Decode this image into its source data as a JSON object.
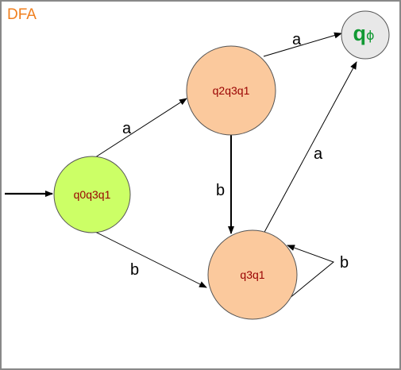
{
  "title": "DFA",
  "colors": {
    "title": "#f07f1e",
    "start_state_fill": "#ccff66",
    "state_fill": "#fbc99d",
    "dead_state_fill": "#e8e8e8",
    "state_text": "#990000",
    "dead_state_text": "#119933",
    "edge": "#000000",
    "border": "#888888"
  },
  "states": [
    {
      "id": "q0q3q1",
      "label": "q0q3q1",
      "start": true
    },
    {
      "id": "q2q3q1",
      "label": "q2q3q1"
    },
    {
      "id": "q3q1",
      "label": "q3q1"
    },
    {
      "id": "qphi",
      "label_main": "q",
      "label_sub": "ϕ"
    }
  ],
  "transitions": [
    {
      "from": "q0q3q1",
      "to": "q2q3q1",
      "symbol": "a"
    },
    {
      "from": "q0q3q1",
      "to": "q3q1",
      "symbol": "b"
    },
    {
      "from": "q2q3q1",
      "to": "qphi",
      "symbol": "a"
    },
    {
      "from": "q2q3q1",
      "to": "q3q1",
      "symbol": "b"
    },
    {
      "from": "q3q1",
      "to": "qphi",
      "symbol": "a"
    },
    {
      "from": "q3q1",
      "to": "q3q1",
      "symbol": "b"
    }
  ]
}
